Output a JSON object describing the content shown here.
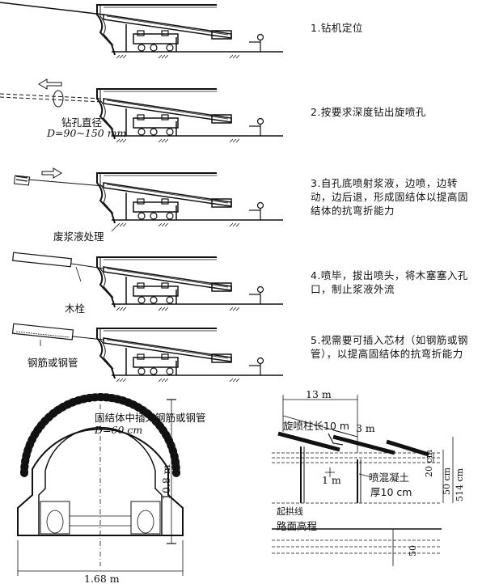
{
  "steps": [
    {
      "text": "1.钻机定位"
    },
    {
      "text": "2.按要求深度钻出旋喷孔"
    },
    {
      "text": "3.自孔底喷射浆液，边喷，边转动，边后退，形成固结体以提高固结体的抗弯折能力"
    },
    {
      "text": "4.喷毕，拔出喷头，将木塞塞入孔口，制止浆液外流"
    },
    {
      "text": "5.视需要可插入芯材（如钢筋或钢管），以提高固结体的抗弯折能力"
    }
  ],
  "labels": {
    "hole_diameter_title": "钻孔直径",
    "hole_diameter_value": "D=90~150 mm",
    "waste_slurry": "废浆液处理",
    "wood_plug": "木栓",
    "rebar_pipe": "钢筋或钢管"
  },
  "section": {
    "title": "固结体中插入钢筋或钢管",
    "diameter": "D=60 cm",
    "height": "10.8 m",
    "width": "1.68 m"
  },
  "profile": {
    "len_13": "13 m",
    "column_len": "旋喷柱长10 m",
    "len_3": "3 m",
    "len_1": "1 m",
    "shotcrete": "喷混凝土",
    "shotcrete_thk": "厚10 cm",
    "dim_20": "20 cm",
    "dim_50cm": "50 cm",
    "dim_514": "514 cm",
    "arch_line": "起拱线",
    "road_level": "路面高程",
    "dim_50": "50"
  }
}
